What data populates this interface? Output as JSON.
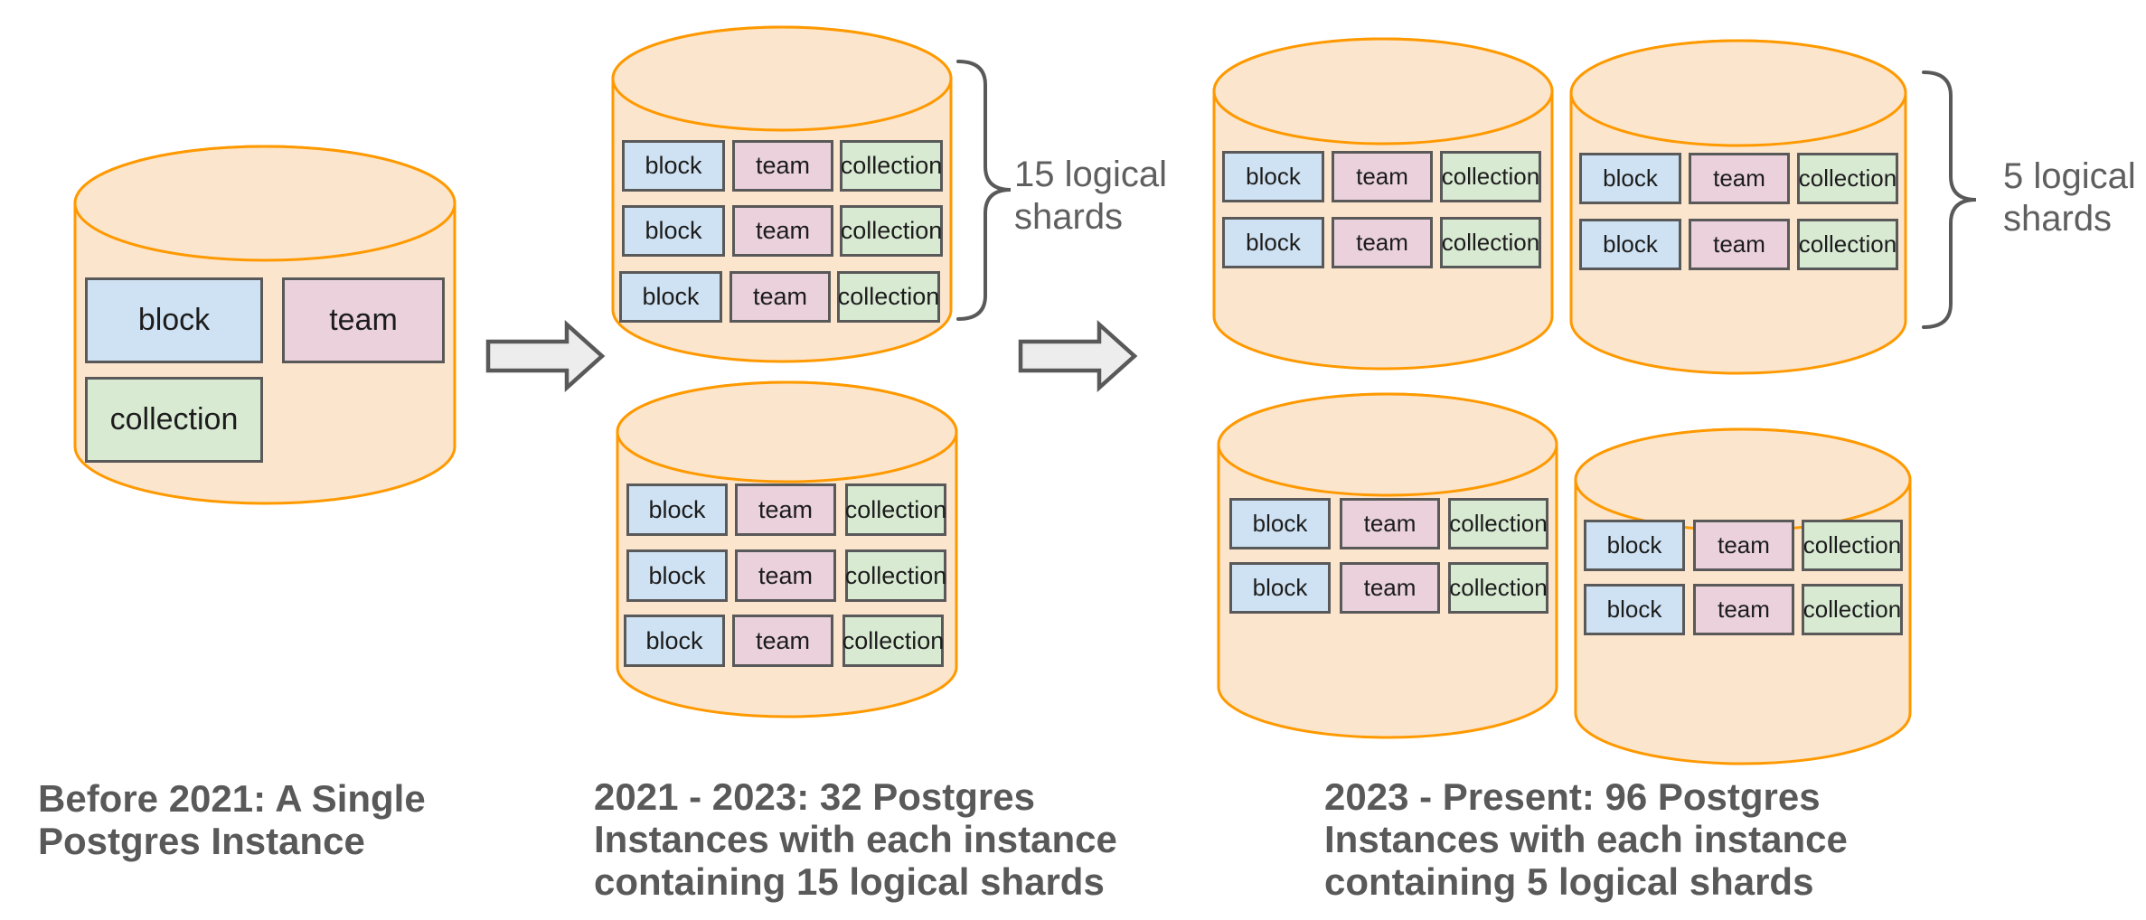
{
  "tables": {
    "block": "block",
    "team": "team",
    "collection": "collection"
  },
  "sections": {
    "era1": {
      "caption_lines": [
        "Before 2021: A Single",
        "Postgres Instance"
      ]
    },
    "era2": {
      "caption_lines": [
        "2021 - 2023: 32 Postgres",
        "Instances with each instance",
        "containing 15 logical shards"
      ],
      "shard_label_lines": [
        "15 logical",
        "shards"
      ]
    },
    "era3": {
      "caption_lines": [
        "2023 - Present: 96 Postgres",
        "Instances with each instance",
        "containing 5 logical shards"
      ],
      "shard_label_lines": [
        "5 logical",
        "shards"
      ]
    }
  },
  "colors": {
    "cylinder_fill": "#fce5cd",
    "cylinder_stroke": "#ff9900",
    "block_fill": "#cfe2f3",
    "team_fill": "#ead1dc",
    "collection_fill": "#d9ead3",
    "box_border": "#595959",
    "box_text": "#1c1c1c",
    "arrow_fill": "#ededed",
    "arrow_stroke": "#595959",
    "brace": "#595959",
    "caption_text": "#595959",
    "label_text": "#5f5f5f",
    "background": "#ffffff"
  }
}
